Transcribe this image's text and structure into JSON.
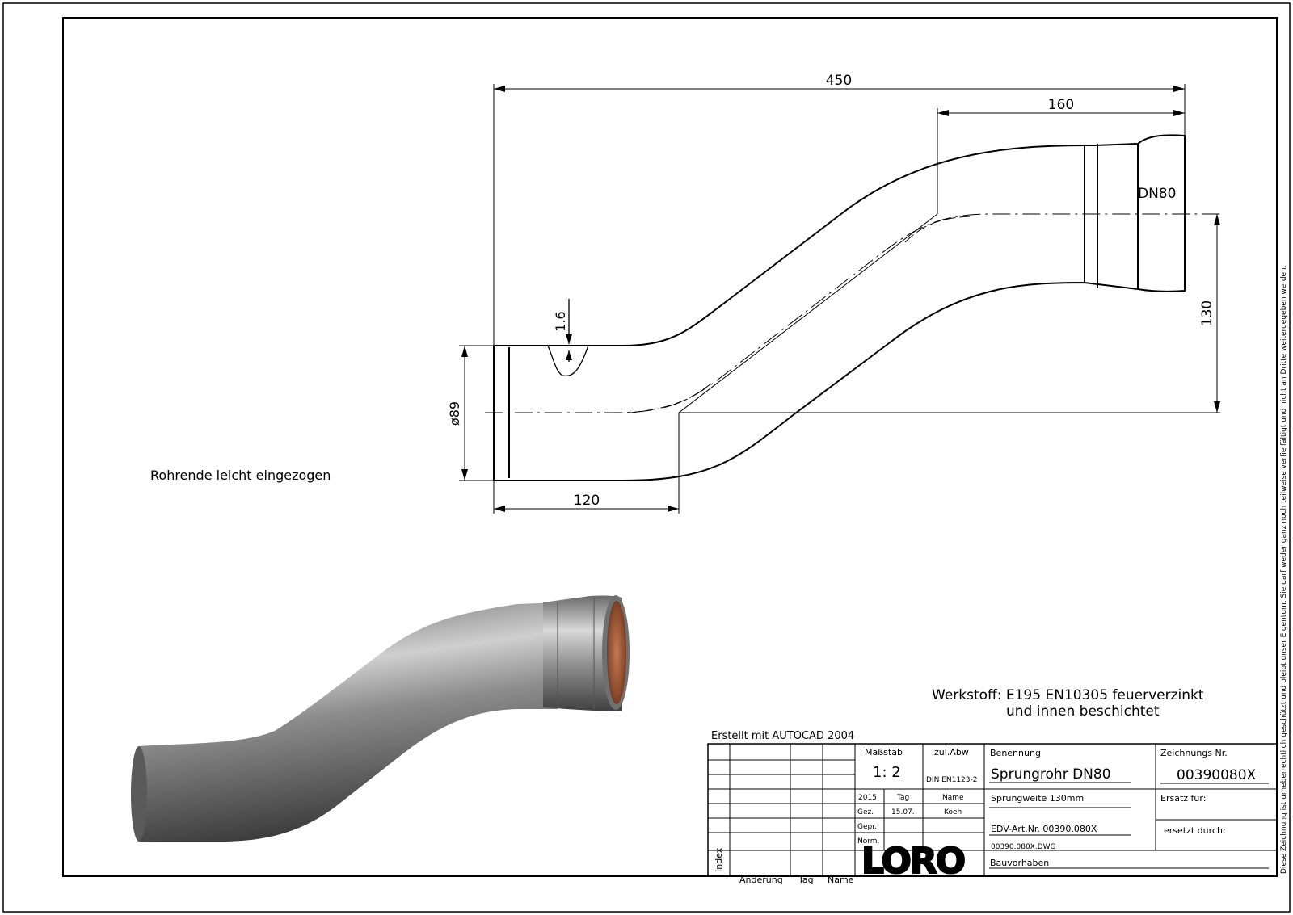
{
  "dimensions": {
    "overall_length": "450",
    "socket_length": "160",
    "spigot_length": "120",
    "offset": "130",
    "diameter": "ø89",
    "wall": "1.6",
    "nominal": "DN80"
  },
  "notes": {
    "pipe_end": "Rohrende leicht eingezogen",
    "material_line1": "Werkstoff:  E195  EN10305  feuerverzinkt",
    "material_line2": "und  innen  beschichtet",
    "created_with": "Erstellt  mit  AUTOCAD  2004"
  },
  "copyright_side": "Diese Zeichnung ist urheberrechtlich geschützt und bleibt unser Eigentum. Sie darf weder ganz noch teilweise verfielfältigt und nicht an Dritte weitergegeben werden.",
  "title_block": {
    "scale_label": "Maßstab",
    "scale_value": "1: 2",
    "tolerance_label": "zul.Abw",
    "tolerance_value": "DIN  EN1123-2",
    "designation_label": "Benennung",
    "designation_value": "Sprungrohr  DN80",
    "drawing_no_label": "Zeichnungs  Nr.",
    "drawing_no_value": "00390080X",
    "year": "2015",
    "day_label": "Tag",
    "name_label": "Name",
    "drawn_label": "Gez.",
    "drawn_date": "15.07.",
    "drawn_name": "Koeh",
    "checked_label": "Gepr.",
    "norm_label": "Norm.",
    "offset_desc": "Sprungweite  130mm",
    "edv_no": "EDV-Art.Nr.  00390.080X",
    "file_name": "00390.080X.DWG",
    "replacement_label": "Ersatz  für:",
    "replaced_by_label": "ersetzt  durch:",
    "project_label": "Bauvorhaben",
    "logo_text": "LORO",
    "rev_index": "Index",
    "rev_change": "Änderung",
    "rev_day": "Tag",
    "rev_name": "Name"
  }
}
